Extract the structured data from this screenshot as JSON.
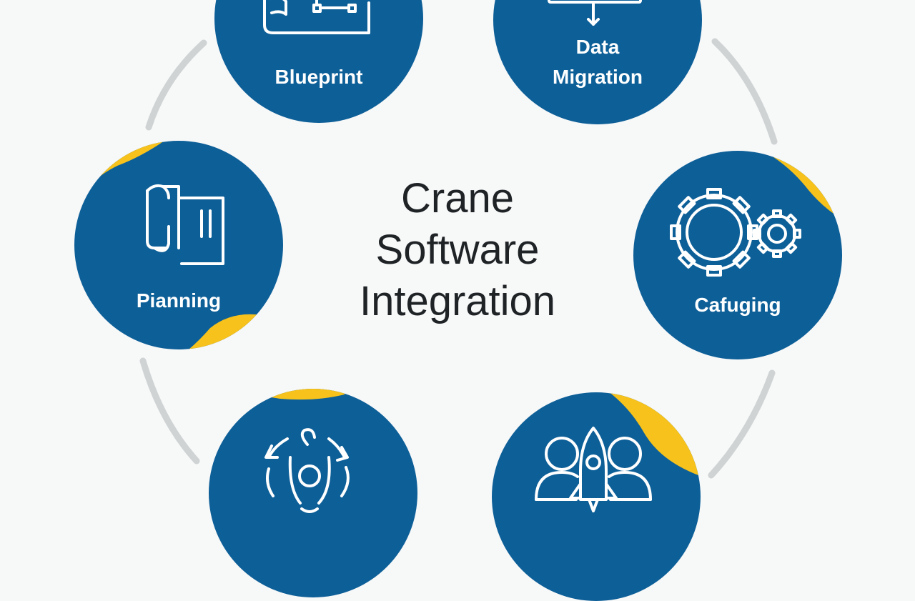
{
  "title": {
    "line1": "Crane",
    "line2": "Software",
    "line3": "Integration"
  },
  "nodes": {
    "blueprint": {
      "label": "Blueprint",
      "icon": "blueprint-icon"
    },
    "data_migration": {
      "line1": "Data",
      "line2": "Migration",
      "icon": "data-migration-icon"
    },
    "planning": {
      "label": "Pianning",
      "icon": "planning-document-icon"
    },
    "configuring": {
      "label": "Cafuging",
      "icon": "gears-icon"
    },
    "bottom_left": {
      "icon": "process-cycle-icon"
    },
    "bottom_right": {
      "icon": "team-launch-icon"
    }
  },
  "colors": {
    "circle_blue": "#0d5f98",
    "accent_yellow": "#f6c21b",
    "ring_gray": "#cfd3d4",
    "title_text": "#1f2326",
    "background": "#f7f8f8"
  }
}
